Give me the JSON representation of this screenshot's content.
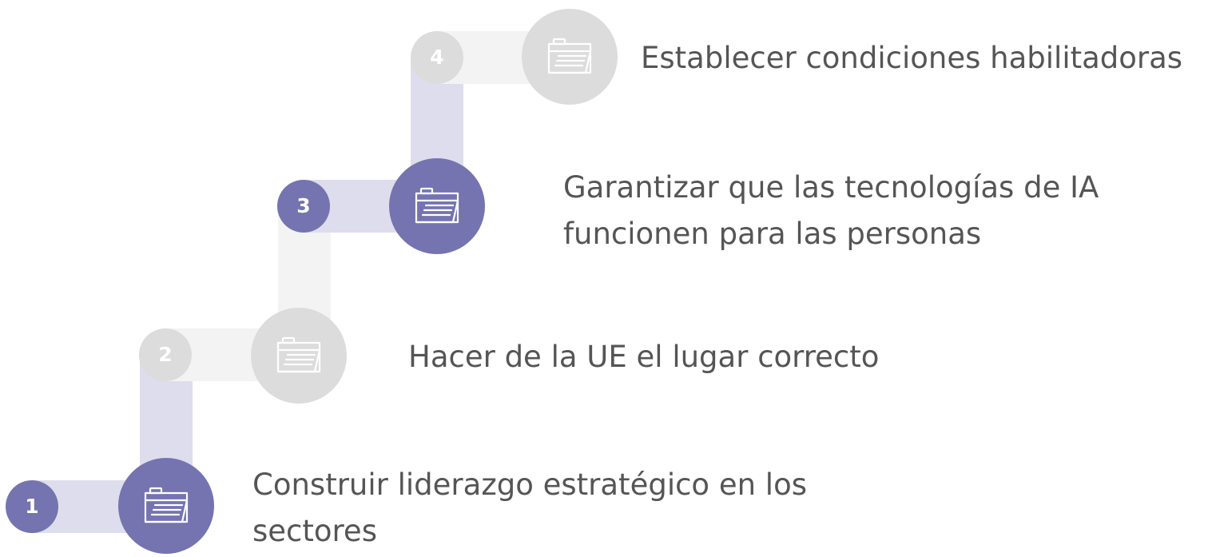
{
  "colors": {
    "active": "#7574b0",
    "inactive": "#dcdcdc",
    "connector_active": "#dedded",
    "connector_inactive": "#f3f3f3",
    "text": "#555555"
  },
  "steps": [
    {
      "number": "1",
      "label": "Construir liderazgo estratégico en los sectores",
      "state": "active",
      "icon": "folder-icon"
    },
    {
      "number": "2",
      "label": "Hacer de la UE el lugar correcto",
      "state": "inactive",
      "icon": "folder-icon"
    },
    {
      "number": "3",
      "label": "Garantizar que las tecnologías de IA funcionen para las personas",
      "state": "active",
      "icon": "folder-icon"
    },
    {
      "number": "4",
      "label": "Establecer condiciones habilitadoras",
      "state": "inactive",
      "icon": "folder-icon"
    }
  ]
}
